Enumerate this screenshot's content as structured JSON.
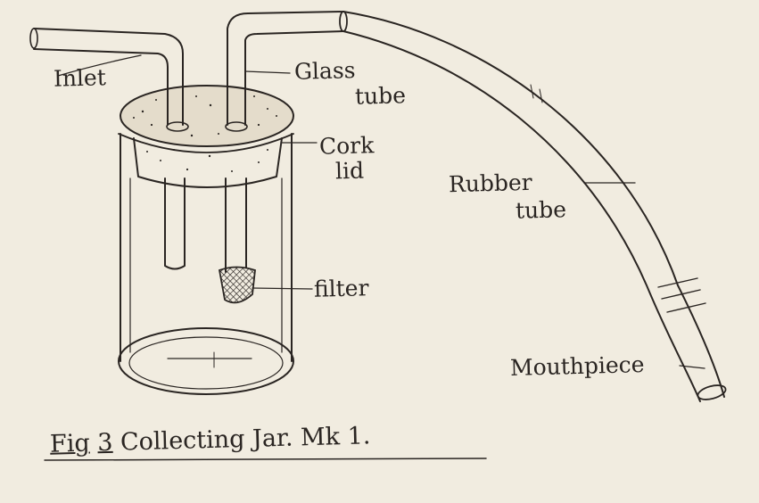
{
  "labels": {
    "inlet": "Inlet",
    "glass_tube_line1": "Glass",
    "glass_tube_line2": "tube",
    "cork_lid_line1": "Cork",
    "cork_lid_line2": "lid",
    "rubber_tube_line1": "Rubber",
    "rubber_tube_line2": "tube",
    "filter": "filter",
    "mouthpiece": "Mouthpiece"
  },
  "caption": {
    "fig": "Fig",
    "number": "3",
    "title": "Collecting Jar. Mk 1."
  },
  "colors": {
    "paper": "#f1ece0",
    "ink": "#2a2522"
  }
}
